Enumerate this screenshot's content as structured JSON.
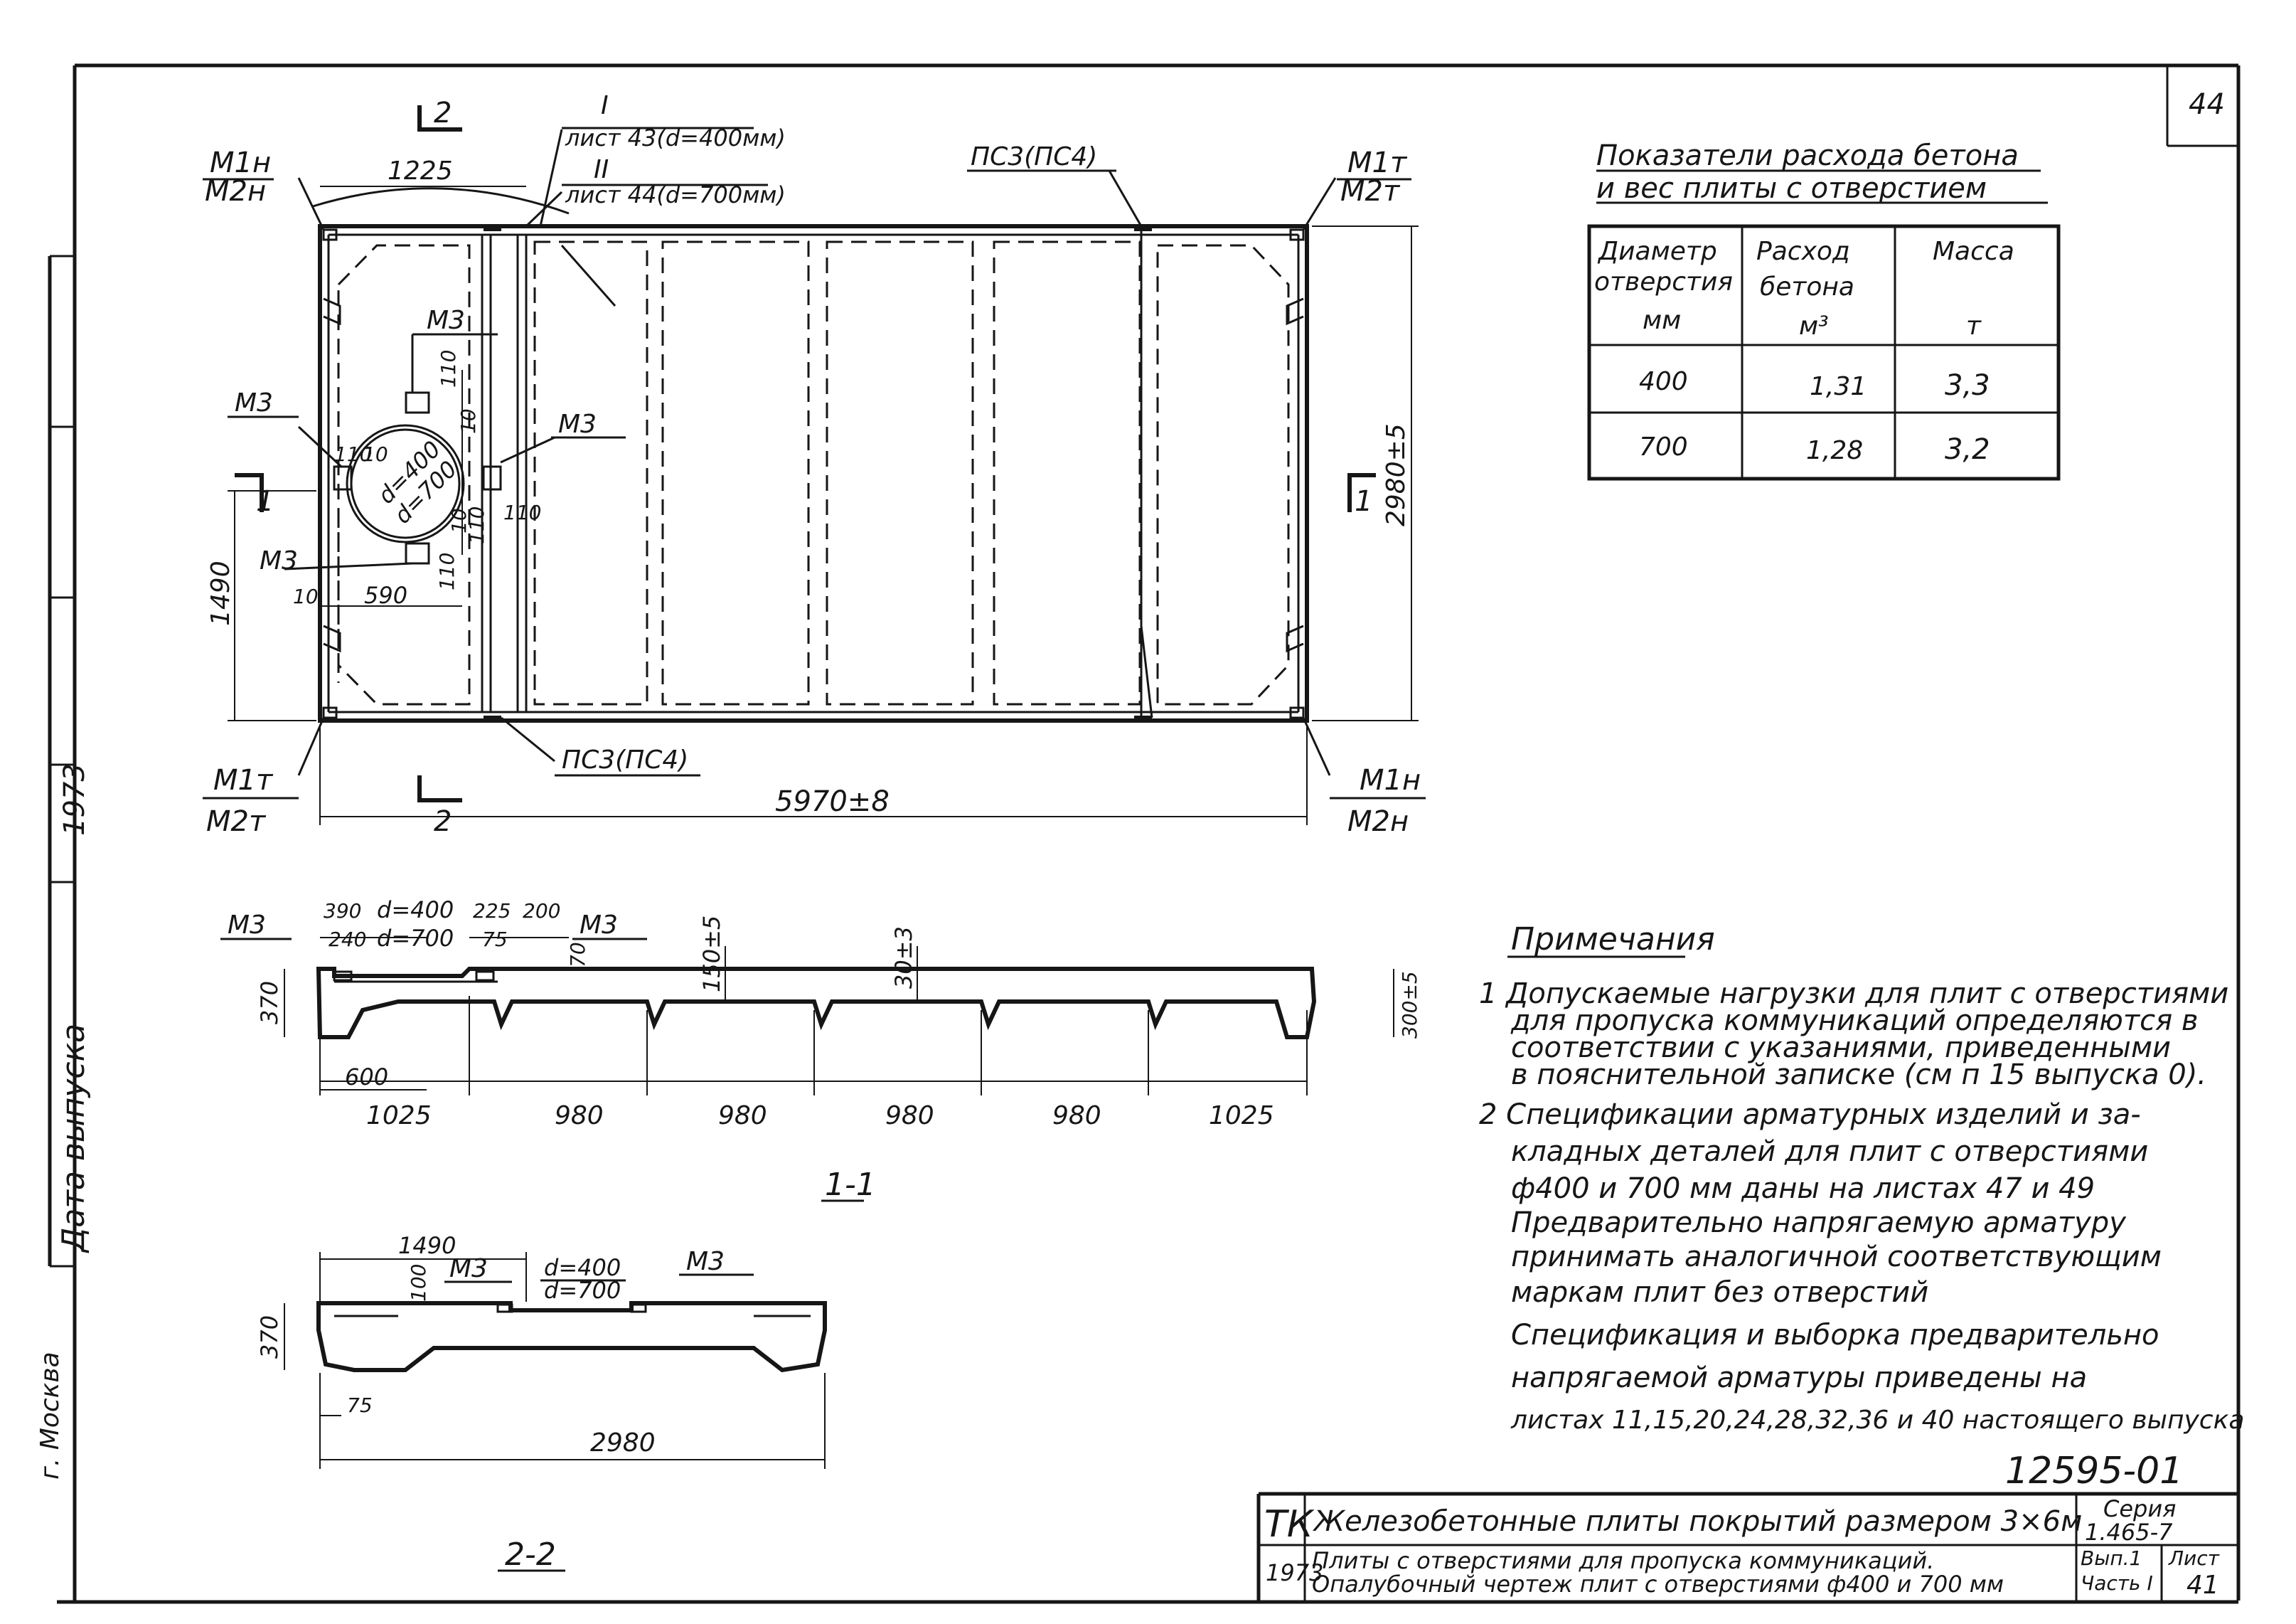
{
  "sheet": {
    "number": "44"
  },
  "plan": {
    "section_2_top": "2",
    "section_2_bottom": "2",
    "section_1_left": "1",
    "section_1_right": "1",
    "corner_tl": {
      "a": "M1н",
      "b": "M2н"
    },
    "corner_tr": {
      "a": "M1т",
      "b": "M2т"
    },
    "corner_bl": {
      "a": "M1т",
      "b": "M2т"
    },
    "corner_br": {
      "a": "M1н",
      "b": "M2н"
    },
    "dim_1225": "1225",
    "ref_I": "I",
    "ref_I_text": "лист 43(d=400мм)",
    "ref_II": "II",
    "ref_II_text": "лист 44(d=700мм)",
    "psz_top": "ПС3(ПС4)",
    "psz_bottom": "ПС3(ПС4)",
    "m3_top": "M3",
    "m3_left": "M3",
    "m3_right": "M3",
    "m3_bottom": "M3",
    "hole_d400": "d=400",
    "hole_d700": "d=700",
    "dim_110_a": "110",
    "dim_10_a": "10",
    "dim_110_b": "110",
    "dim_10_b": "10",
    "dim_110_c": "110",
    "dim_10_c": "10",
    "dim_110_d": "110",
    "dim_110_e": "110",
    "dim_10_d": "10",
    "dim_590": "590",
    "dim_1490": "1490",
    "dim_2980": "2980±5",
    "dim_5970": "5970±8"
  },
  "section11": {
    "m3_left": "M3",
    "m3_right": "M3",
    "dim_390": "390",
    "dim_240": "240",
    "dim_d400": "d=400",
    "dim_d700": "d=700",
    "dim_225": "225",
    "dim_75": "75",
    "dim_200": "200",
    "dim_70": "70",
    "dim_150": "150±5",
    "dim_30": "30±3",
    "dim_370": "370",
    "dim_300": "300±5",
    "dim_600": "600",
    "spans": [
      "1025",
      "980",
      "980",
      "980",
      "980",
      "1025"
    ],
    "label": "1-1"
  },
  "section22": {
    "dim_1490": "1490",
    "dim_100": "100",
    "m3_left": "M3",
    "m3_right": "M3",
    "dim_d400": "d=400",
    "dim_d700": "d=700",
    "dim_370": "370",
    "dim_75": "75",
    "dim_2980": "2980",
    "label": "2-2"
  },
  "concrete_table": {
    "title_line1": "Показатели расхода бетона",
    "title_line2": "и вес плиты с отверстием",
    "headers": [
      [
        "Диаметр",
        "отверстия",
        "мм"
      ],
      [
        "Расход",
        "бетона",
        "м³"
      ],
      [
        "Масса",
        "",
        "т"
      ]
    ],
    "rows": [
      [
        "400",
        "1,31",
        "3,3"
      ],
      [
        "700",
        "1,28",
        "3,2"
      ]
    ]
  },
  "notes": {
    "title": "Примечания",
    "lines": [
      "1  Допускаемые нагрузки для плит с отверстиями",
      "для пропуска коммуникаций определяются в",
      "соответствии с указаниями, приведенными",
      "в пояснительной записке (см п 15 выпуска 0).",
      "2  Спецификации арматурных изделий и за-",
      "кладных деталей для плит с отверстиями",
      "ф400 и 700 мм даны на листах 47 и 49",
      "Предварительно напрягаемую арматуру",
      "принимать аналогичной соответствующим",
      "маркам плит без отверстий",
      "Спецификация и выборка предварительно",
      "напрягаемой арматуры приведены на",
      "листах 11,15,20,24,28,32,36 и 40 настоящего выпуска"
    ]
  },
  "left_margin": {
    "year": "1973",
    "date_label": "Дата выпуска",
    "city": "г. Москва"
  },
  "title_block": {
    "drawing_number": "12595-01",
    "org": "ТК",
    "title": "Железобетонные плиты покрытий размером 3×6м",
    "series_label": "Серия",
    "series_value": "1.465-7",
    "year": "1973",
    "subtitle_line1": "Плиты с отверстиями для пропуска коммуникаций.",
    "subtitle_line2": "Опалубочный чертеж плит с отверстиями ф400 и 700 мм",
    "issue_line1": "Вып.1",
    "issue_line2": "Часть I",
    "sheet_label": "Лист",
    "sheet_value": "41"
  }
}
